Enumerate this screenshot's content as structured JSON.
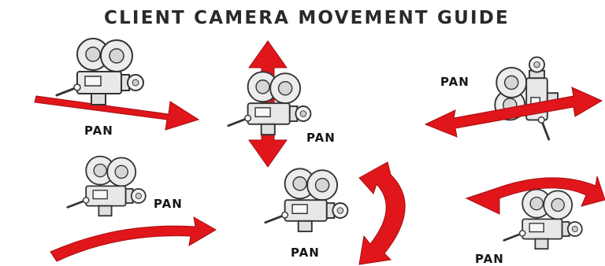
{
  "title": "CLIENT CAMERA MOVEMENT GUIDE",
  "panels": [
    {
      "label": "PAN"
    },
    {
      "label": "PAN"
    },
    {
      "label": "PAN"
    },
    {
      "label": "PAN"
    },
    {
      "label": "PAN"
    },
    {
      "label": "PAN"
    }
  ],
  "colors": {
    "arrow": "#e0161b",
    "arrow_dark": "#a50d12",
    "camera": "#eeeeee",
    "outline": "#333333",
    "text": "#151515"
  }
}
